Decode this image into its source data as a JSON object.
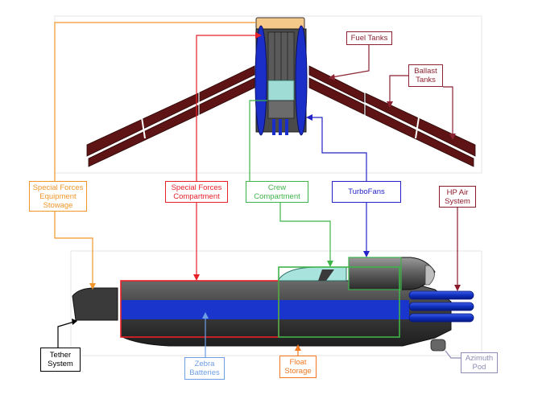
{
  "labels": {
    "fuel_tanks": "Fuel Tanks",
    "ballast_tanks": "Ballast\nTanks",
    "sf_equipment": "Special Forces\nEquipment\nStowage",
    "sf_compartment": "Special Forces\nCompartment",
    "crew_compartment": "Crew\nCompartment",
    "turbofans": "TurboFans",
    "hp_air": "HP Air\nSystem",
    "tether": "Tether\nSystem",
    "zebra": "Zebra\nBatteries",
    "float_storage": "Float\nStorage",
    "azimuth": "Azimuth\nPod"
  },
  "colors": {
    "fuel": "#8b2332",
    "ballast": "#8b2332",
    "equipment": "#f0962a",
    "sf": "#e8202a",
    "crew": "#3fb44a",
    "turbofans": "#2323c8",
    "hp_air": "#8b1a2a",
    "tether": "#000000",
    "zebra": "#6d9ee6",
    "float": "#f07820",
    "azimuth": "#8c8cb4"
  }
}
